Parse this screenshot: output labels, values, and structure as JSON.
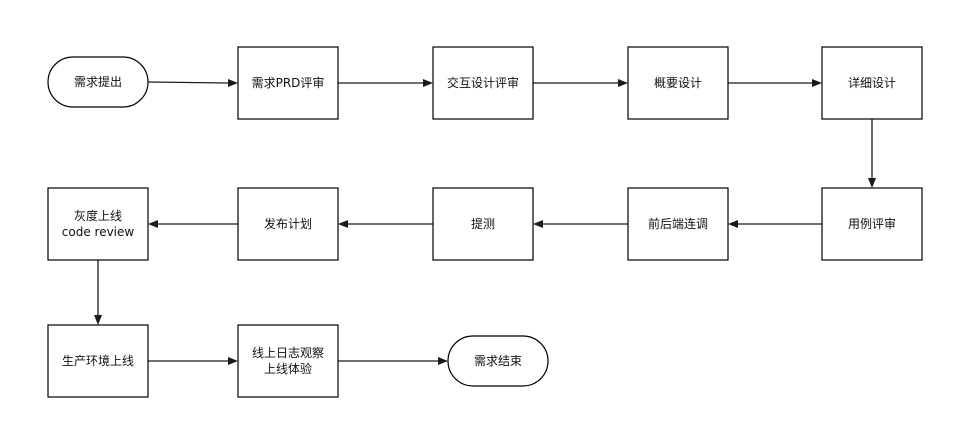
{
  "diagram": {
    "nodes": [
      {
        "id": "n1",
        "shape": "terminal",
        "label": [
          "需求提出"
        ]
      },
      {
        "id": "n2",
        "shape": "process",
        "label": [
          "需求PRD评审"
        ]
      },
      {
        "id": "n3",
        "shape": "process",
        "label": [
          "交互设计评审"
        ]
      },
      {
        "id": "n4",
        "shape": "process",
        "label": [
          "概要设计"
        ]
      },
      {
        "id": "n5",
        "shape": "process",
        "label": [
          "详细设计"
        ]
      },
      {
        "id": "n6",
        "shape": "process",
        "label": [
          "用例评审"
        ]
      },
      {
        "id": "n7",
        "shape": "process",
        "label": [
          "前后端连调"
        ]
      },
      {
        "id": "n8",
        "shape": "process",
        "label": [
          "提测"
        ]
      },
      {
        "id": "n9",
        "shape": "process",
        "label": [
          "发布计划"
        ]
      },
      {
        "id": "n10",
        "shape": "process",
        "label": [
          "灰度上线",
          "code review"
        ]
      },
      {
        "id": "n11",
        "shape": "process",
        "label": [
          "生产环境上线"
        ]
      },
      {
        "id": "n12",
        "shape": "process",
        "label": [
          "线上日志观察",
          "上线体验"
        ]
      },
      {
        "id": "n13",
        "shape": "terminal",
        "label": [
          "需求结束"
        ]
      }
    ],
    "edges": [
      {
        "from": "n1",
        "to": "n2"
      },
      {
        "from": "n2",
        "to": "n3"
      },
      {
        "from": "n3",
        "to": "n4"
      },
      {
        "from": "n4",
        "to": "n5"
      },
      {
        "from": "n5",
        "to": "n6"
      },
      {
        "from": "n6",
        "to": "n7"
      },
      {
        "from": "n7",
        "to": "n8"
      },
      {
        "from": "n8",
        "to": "n9"
      },
      {
        "from": "n9",
        "to": "n10"
      },
      {
        "from": "n10",
        "to": "n11"
      },
      {
        "from": "n11",
        "to": "n12"
      },
      {
        "from": "n12",
        "to": "n13"
      }
    ],
    "colors": {
      "stroke": "#000000",
      "fill": "#ffffff",
      "text": "#111111"
    }
  }
}
